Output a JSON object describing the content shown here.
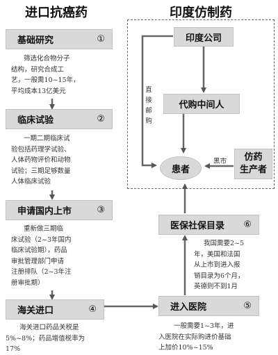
{
  "headings": {
    "left": "进口抗癌药",
    "right": "印度仿制药"
  },
  "left_steps": [
    {
      "label": "基础研究",
      "num": "①",
      "note": [
        "筛选化合物分子",
        "结构，研究合成工",
        "艺，一般需10~15年，",
        "平均成本13亿美元"
      ]
    },
    {
      "label": "临床试验",
      "num": "②",
      "note": [
        "一期二期临床试",
        "验包括药理学试验、",
        "人体药物评价和动物",
        "试验；三期足够数量",
        "人体临床试验"
      ]
    },
    {
      "label": "申请国内上市",
      "num": "③",
      "note": [
        "重新做三期临",
        "床试验（2~3年国内",
        "临床试验期），药品",
        "审批管理部门申请",
        "注册排队（2~3年注",
        "册审批期）"
      ]
    },
    {
      "label": "海关进口",
      "num": "④",
      "note": [
        "海关进口药品关税是",
        "5%~8%；药品增值税率为",
        "17%"
      ]
    }
  ],
  "right_steps": [
    {
      "label": "进入医院",
      "num": "⑤",
      "note": [
        "一般需要1~3年，进",
        "入医院在实际购进价基础",
        "上加价10%~15%"
      ]
    },
    {
      "label": "医保社保目录",
      "num": "⑥",
      "note": [
        "我国需要2~5",
        "年，美国和法国",
        "从上市到进入报",
        "销目录为6个月，",
        "英德则不到1月"
      ]
    }
  ],
  "india": {
    "company": "印度公司",
    "agent": "代购中间人",
    "manufacturer_line1": "仿药",
    "manufacturer_line2": "生产者",
    "patient": "患者",
    "direct_mail": "直接邮购",
    "black_market": "黑市"
  }
}
